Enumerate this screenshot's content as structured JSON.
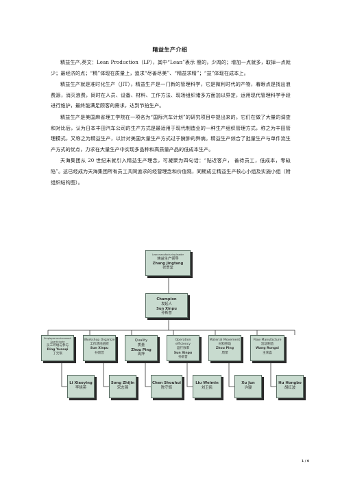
{
  "title": "精益生产介绍",
  "paragraphs": [
    "精益生产,英文：Lean Production（LP），其中“Lean”表示 瘦的，少肉的；增加一点就多，取掉一点就少；最经济的点；“精”体现在质量上，追求“尽善尽美”、“精益求精”；“益”体现在成本上。",
    "精益生产就是准时化生产（JIT），精益生产是一门新的管理科学，它是微利时代的产物，着眼点是找出浪费源，消灭浪费，同时在人员、设备、材料、工作方法、现场组织诸多方面加以界定，运用现代管理科学手段进行维护，最终能满足顾客的需求，达到节拍生产。",
    "精益生产是美国麻省理工学院在一项名为“国际汽车计划”的研究项目中提出来的。它们在做了大量的调查和对比后，认为日本丰田汽车公司的生产方式是最适用于现代制造业的一种生产组织管理方式，称之为丰田管理模式，又称之为精益生产，以针对美国大量生产方式过于臃肿的弊病。精益生产综合了批量生产与单件流生产方式的优点，力求在大量生产中实现多品种和高质量产品的低成本生产。",
    "天海集团从 20 世纪末就引入精益生产理念，可凝聚为四句话：“贴近客户，  善待员工，低成本，零缺陷”。这已经成为天海集团所有员工共同追求的经营理念和价值观，同期成立精益生产核心小组及实施小组（附组织结构图）。"
  ],
  "org_chart": {
    "top": {
      "en_small": "Lean manufacturing leader",
      "cn": "精益生产领导",
      "en": "Zhang Jingtang",
      "cn2": "张景堂"
    },
    "champion": {
      "en": "Champion",
      "cn": "发起人",
      "en2": "Sun Xinpu",
      "cn2": "孙新普"
    },
    "teams": [
      {
        "en": "Employee environment &participate",
        "cn": "员工环境与参与",
        "en2": "Ding Yuanqi",
        "cn2": "丁元琪"
      },
      {
        "en": "Workshop Organize",
        "cn": "工作场地组织",
        "en2": "Sun Xinpu",
        "cn2": "孙新普"
      },
      {
        "en": "Quality",
        "cn": "质量",
        "en2": "Zhou Ping",
        "cn2": "周萍"
      },
      {
        "en": "Operation efficiency",
        "cn": "运行效率",
        "en2": "Sun Xinpu",
        "cn2": "孙新普"
      },
      {
        "en": "Material Movement",
        "cn": "材料移动",
        "en2": "Zhou Ping",
        "cn2": "周萍"
      },
      {
        "en": "Flow Manufacture",
        "cn": "流动制造",
        "en2": "Wang Rongxi",
        "cn2": "王荣喜"
      }
    ],
    "members": [
      {
        "en": "Li Xiaoying",
        "cn": "李晓英"
      },
      {
        "en": "Song Zhijin",
        "cn": "宋志锦"
      },
      {
        "en": "Chen Shouhui",
        "cn": "陈守辉"
      },
      {
        "en": "Liu Weimin",
        "cn": "刘卫民"
      },
      {
        "en": "Xu Jun",
        "cn": "许骏"
      },
      {
        "en": "Hu Hongbo",
        "cn": "胡红波"
      }
    ]
  },
  "page_number": "1 / 9"
}
